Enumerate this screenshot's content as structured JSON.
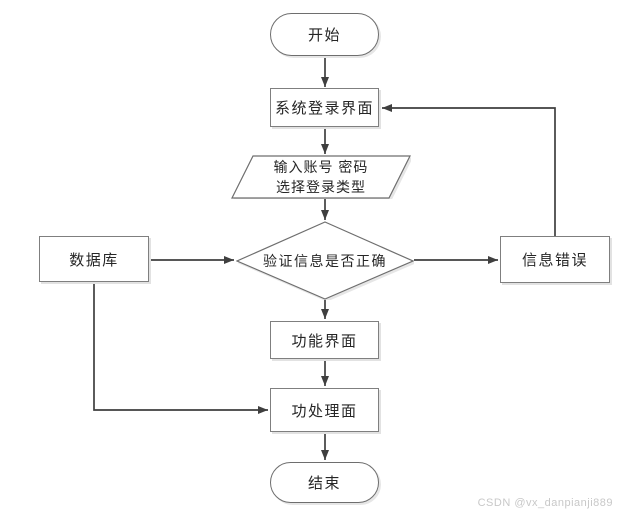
{
  "diagram": {
    "nodes": {
      "start": {
        "label": "开始"
      },
      "login": {
        "label": "系统登录界面"
      },
      "input": {
        "line1": "输入账号 密码",
        "line2": "选择登录类型"
      },
      "verify": {
        "label": "验证信息是否正确"
      },
      "database": {
        "label": "数据库"
      },
      "error": {
        "label": "信息错误"
      },
      "function": {
        "label": "功能界面"
      },
      "process": {
        "label": "功处理面"
      },
      "end": {
        "label": "结束"
      }
    },
    "edges": [
      {
        "from": "start",
        "to": "login"
      },
      {
        "from": "login",
        "to": "input"
      },
      {
        "from": "input",
        "to": "verify"
      },
      {
        "from": "database",
        "to": "verify"
      },
      {
        "from": "verify",
        "to": "error"
      },
      {
        "from": "verify",
        "to": "function"
      },
      {
        "from": "function",
        "to": "process"
      },
      {
        "from": "process",
        "to": "end"
      },
      {
        "from": "error",
        "to": "login"
      },
      {
        "from": "database",
        "to": "process"
      }
    ],
    "colors": {
      "background": "#ffffff",
      "connector": "#3f3f3f",
      "shape_border": "#7f7f7f",
      "shape_fill": "#ffffff",
      "text": "#262626",
      "watermark_text": "#c8c8c8",
      "shadow": "#e2e2e2"
    },
    "watermark": "CSDN @vx_danpianji889"
  }
}
